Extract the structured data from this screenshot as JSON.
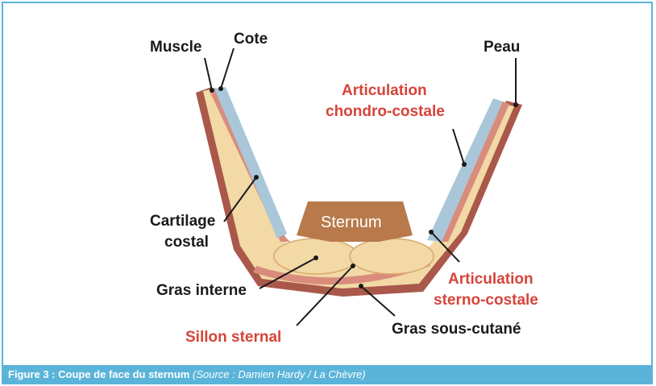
{
  "labels": {
    "muscle": "Muscle",
    "cote": "Cote",
    "peau": "Peau",
    "articulation_chondro_1": "Articulation",
    "articulation_chondro_2": "chondro-costale",
    "cartilage_1": "Cartilage",
    "cartilage_2": "costal",
    "sternum": "Sternum",
    "gras_interne": "Gras interne",
    "articulation_sterno_1": "Articulation",
    "articulation_sterno_2": "sterno-costale",
    "sillon_sternal": "Sillon sternal",
    "gras_sous_cutane": "Gras sous-cutané"
  },
  "caption": {
    "title": "Figure 3 : Coupe de face du sternum",
    "source": "(Source : Damien Hardy / La Chèvre)"
  },
  "colors": {
    "frame": "#5ab4d9",
    "skin": "#a9584a",
    "fat": "#f2d9a6",
    "muscle": "#d98c7d",
    "cartilage": "#a9c7d8",
    "sternum": "#b87a4b",
    "label_black": "#1a1a1a",
    "label_red": "#d6443a"
  }
}
